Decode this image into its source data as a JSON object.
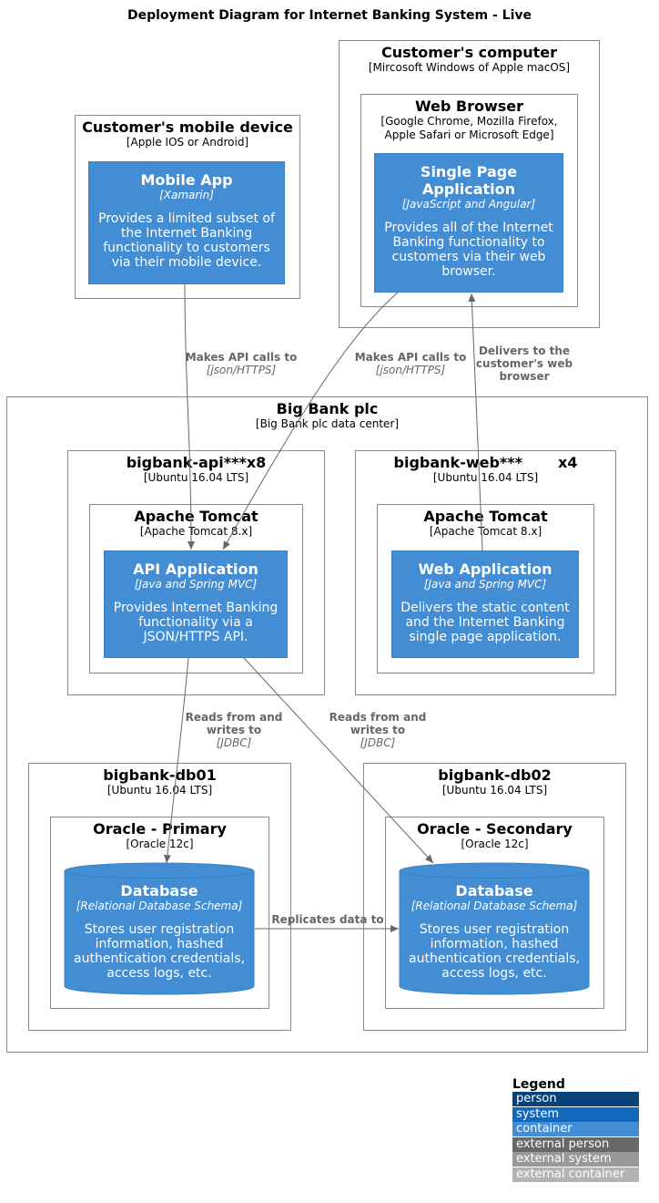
{
  "title": "Deployment Diagram for Internet Banking System - Live",
  "nodes": {
    "customer_computer": {
      "name": "Customer's computer",
      "tech": "[Mircosoft Windows of Apple macOS]"
    },
    "web_browser": {
      "name": "Web Browser",
      "tech": "[Google Chrome, Mozilla Firefox, Apple Safari or Microsoft Edge]"
    },
    "mobile_device": {
      "name": "Customer's mobile device",
      "tech": "[Apple IOS or Android]"
    },
    "big_bank": {
      "name": "Big Bank plc",
      "tech": "[Big Bank plc data center]"
    },
    "api_server": {
      "name": "bigbank-api***x8",
      "tech": "[Ubuntu 16.04 LTS]"
    },
    "api_tomcat": {
      "name": "Apache Tomcat",
      "tech": "[Apache Tomcat 8.x]"
    },
    "web_server": {
      "name": "bigbank-web***       x4",
      "tech": "[Ubuntu 16.04 LTS]"
    },
    "web_tomcat": {
      "name": "Apache Tomcat",
      "tech": "[Apache Tomcat 8.x]"
    },
    "db01": {
      "name": "bigbank-db01",
      "tech": "[Ubuntu 16.04 LTS]"
    },
    "oracle_primary": {
      "name": "Oracle - Primary",
      "tech": "[Oracle 12c]"
    },
    "db02": {
      "name": "bigbank-db02",
      "tech": "[Ubuntu 16.04 LTS]"
    },
    "oracle_secondary": {
      "name": "Oracle - Secondary",
      "tech": "[Oracle 12c]"
    }
  },
  "containers": {
    "spa": {
      "name": "Single Page Application",
      "tech": "[JavaScript and Angular]",
      "desc": "Provides all of the Internet Banking functionality to customers via their web browser."
    },
    "mobile_app": {
      "name": "Mobile App",
      "tech": "[Xamarin]",
      "desc": "Provides a limited subset of the Internet Banking functionality to customers via their mobile device."
    },
    "api_app": {
      "name": "API Application",
      "tech": "[Java and Spring MVC]",
      "desc": "Provides Internet Banking functionality via a JSON/HTTPS API."
    },
    "web_app": {
      "name": "Web Application",
      "tech": "[Java and Spring MVC]",
      "desc": "Delivers the static content and the Internet Banking single page application."
    },
    "db_primary": {
      "name": "Database",
      "tech": "[Relational Database Schema]",
      "desc": "Stores user registration information, hashed authentication credentials, access logs, etc."
    },
    "db_secondary": {
      "name": "Database",
      "tech": "[Relational Database Schema]",
      "desc": "Stores user registration information, hashed authentication credentials, access logs, etc."
    }
  },
  "relations": {
    "mobile_api": {
      "label": "Makes API calls to",
      "tech": "[json/HTTPS]"
    },
    "spa_api": {
      "label": "Makes API calls to",
      "tech": "[json/HTTPS]"
    },
    "web_spa": {
      "label": "Delivers to the customer's web browser",
      "tech": ""
    },
    "api_db1": {
      "label": "Reads from and writes to",
      "tech": "[JDBC]"
    },
    "api_db2": {
      "label": "Reads from and writes to",
      "tech": "[JDBC]"
    },
    "replicate": {
      "label": "Replicates data to",
      "tech": ""
    }
  },
  "legend": {
    "title": "Legend",
    "items": [
      {
        "label": "person",
        "color": "#08427b"
      },
      {
        "label": "system",
        "color": "#1168bd"
      },
      {
        "label": "container",
        "color": "#438dd5"
      },
      {
        "label": "external person",
        "color": "#686868"
      },
      {
        "label": "external system",
        "color": "#999999"
      },
      {
        "label": "external container",
        "color": "#b3b3b3"
      }
    ]
  },
  "colors": {
    "container": "#438dd5",
    "arrow": "#666666",
    "node_border": "#8a8a8a"
  }
}
